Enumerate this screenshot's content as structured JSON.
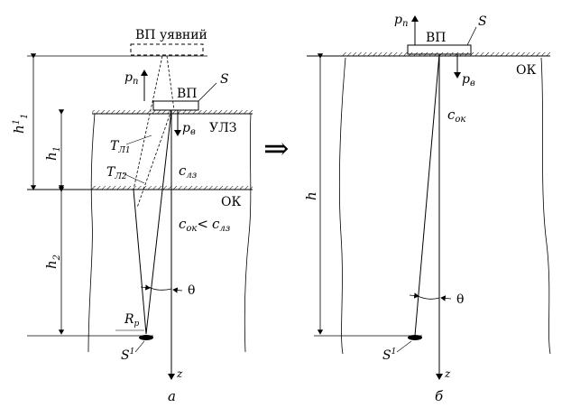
{
  "left": {
    "vp_virtual": "ВП  уявний",
    "vp": "ВП",
    "p_up": "p",
    "p_up_sub": "п",
    "p_down": "p",
    "p_down_sub": "в",
    "source": "S",
    "layer_ulz": "УЛЗ",
    "layer_ok": "ОК",
    "h1_prime": "h",
    "h1_prime_sup": "1",
    "h1_prime_sub": "1",
    "h1": "h",
    "h1_sub": "1",
    "h2": "h",
    "h2_sub": "2",
    "t1": "T",
    "t1_sub": "Л1",
    "t2": "T",
    "t2_sub": "Л2",
    "c_lz": "c",
    "c_lz_sub": "лз",
    "c_ok": "c",
    "c_ok_sub": "ок",
    "lt": "<",
    "c_lz2": "c",
    "c_lz2_sub": "лз",
    "theta": "θ",
    "rp": "R",
    "rp_sub": "p",
    "s1": "S",
    "s1_sup": "1",
    "z": "z",
    "caption": "а"
  },
  "arrow": "⇒",
  "right": {
    "p_up": "p",
    "p_up_sub": "п",
    "vp": "ВП",
    "source": "S",
    "p_down": "p",
    "p_down_sub": "в",
    "layer_ok": "ОК",
    "c_ok": "c",
    "c_ok_sub": "ок",
    "h": "h",
    "theta": "θ",
    "s1": "S",
    "s1_sup": "1",
    "z": "z",
    "caption": "б"
  }
}
